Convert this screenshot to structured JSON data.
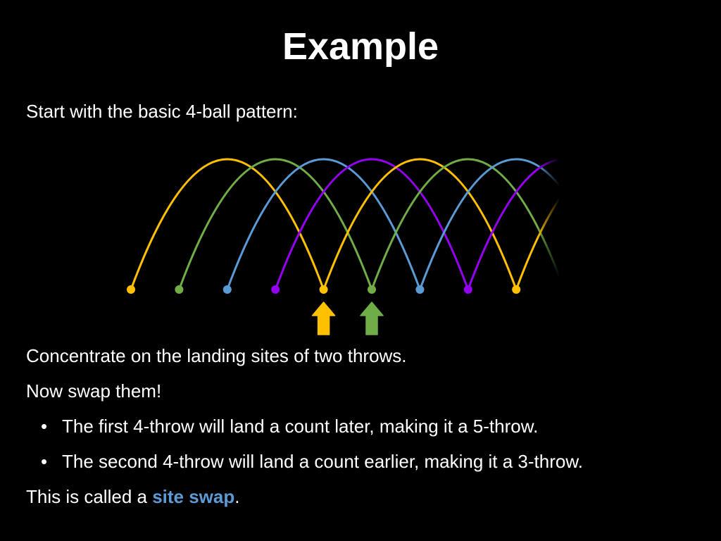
{
  "slide": {
    "title": "Example",
    "intro": "Start with the basic 4-ball pattern:",
    "concentrate": "Concentrate on the landing sites of two throws.",
    "swap": "Now swap them!",
    "bullets": [
      "The first 4-throw will land a count later, making it a 5-throw.",
      "The second 4-throw will land a count earlier, making it a 3-throw."
    ],
    "bullet_glyph": "•",
    "called_prefix": "This is called a ",
    "called_term": "site swap",
    "called_suffix": "."
  },
  "diagram": {
    "pattern": "basic 4-ball pattern",
    "throw_value": 4,
    "colors": {
      "yellow": "#ffc000",
      "green": "#70ad47",
      "blue": "#5b9bd5",
      "purple": "#9400f0"
    },
    "ball_cycle": [
      "yellow",
      "green",
      "blue",
      "purple"
    ],
    "beat_count": 9,
    "arrows": [
      {
        "beat": 5,
        "color": "yellow"
      },
      {
        "beat": 6,
        "color": "green"
      }
    ]
  }
}
